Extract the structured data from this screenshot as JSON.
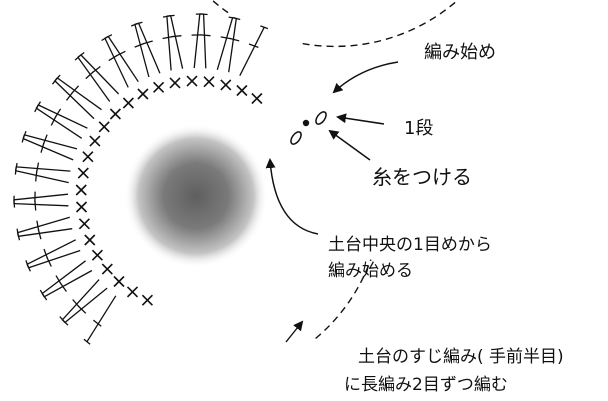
{
  "labels": {
    "start": "編み始め",
    "round": "1段",
    "attach": "糸をつける",
    "center1": "土台中央の1目めから",
    "center2": "編み始める",
    "base1": "土台のすじ編み( 手前半目)",
    "base2": "に長編み2目ずつ編む"
  },
  "colors": {
    "ink": "#111111",
    "center_dark": "#6b6b6b",
    "center_light": "#ffffff"
  }
}
